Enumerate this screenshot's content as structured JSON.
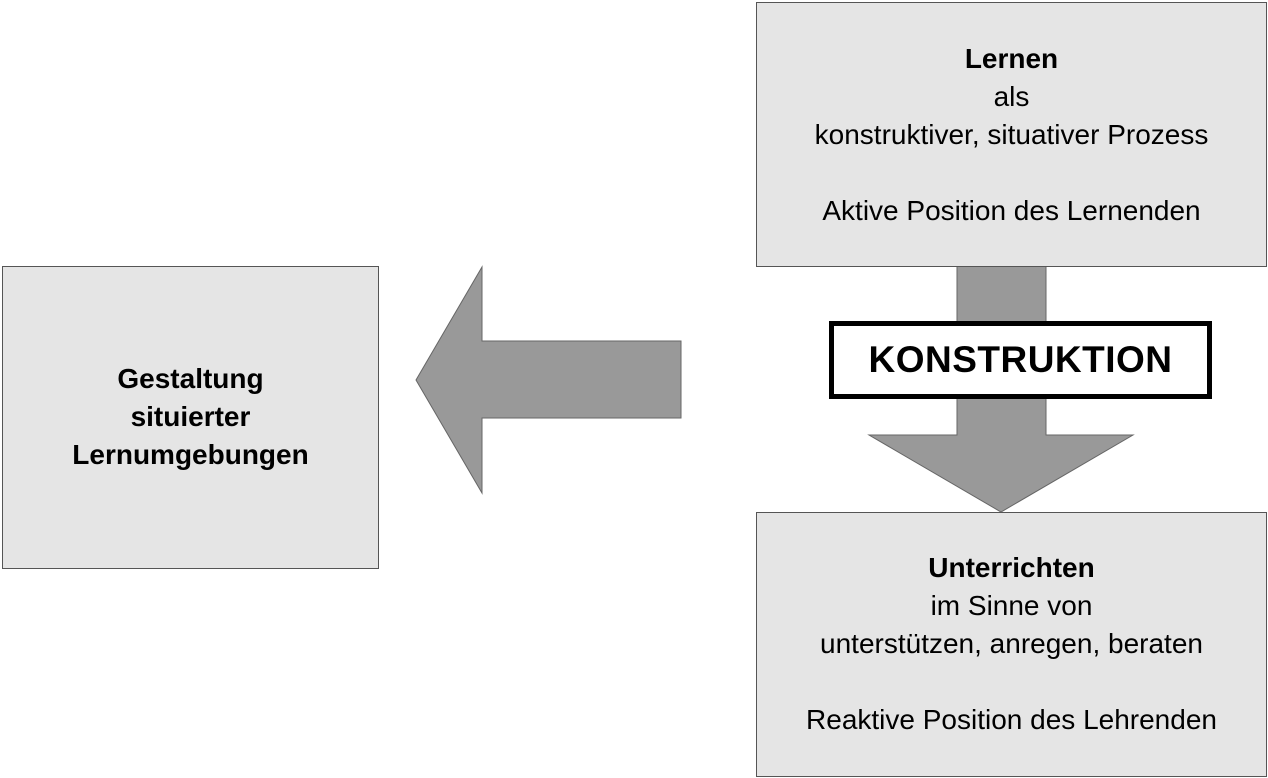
{
  "lernen_box": {
    "title": "Lernen",
    "line1": "als",
    "line2": "konstruktiver, situativer Prozess",
    "line3": "Aktive Position des Lernenden"
  },
  "unterrichten_box": {
    "title": "Unterrichten",
    "line1": "im Sinne von",
    "line2": "unterstützen, anregen, beraten",
    "line3": "Reaktive Position des Lehrenden"
  },
  "gestaltung_box": {
    "line1": "Gestaltung",
    "line2": "situierter",
    "line3": "Lernumgebungen"
  },
  "konstruktion_label": "KONSTRUKTION",
  "colors": {
    "box_fill": "#e5e5e5",
    "arrow_fill": "#999999",
    "border": "#555555"
  },
  "icons": {
    "down_arrow": "arrow-down-icon",
    "left_arrow": "arrow-left-icon"
  }
}
